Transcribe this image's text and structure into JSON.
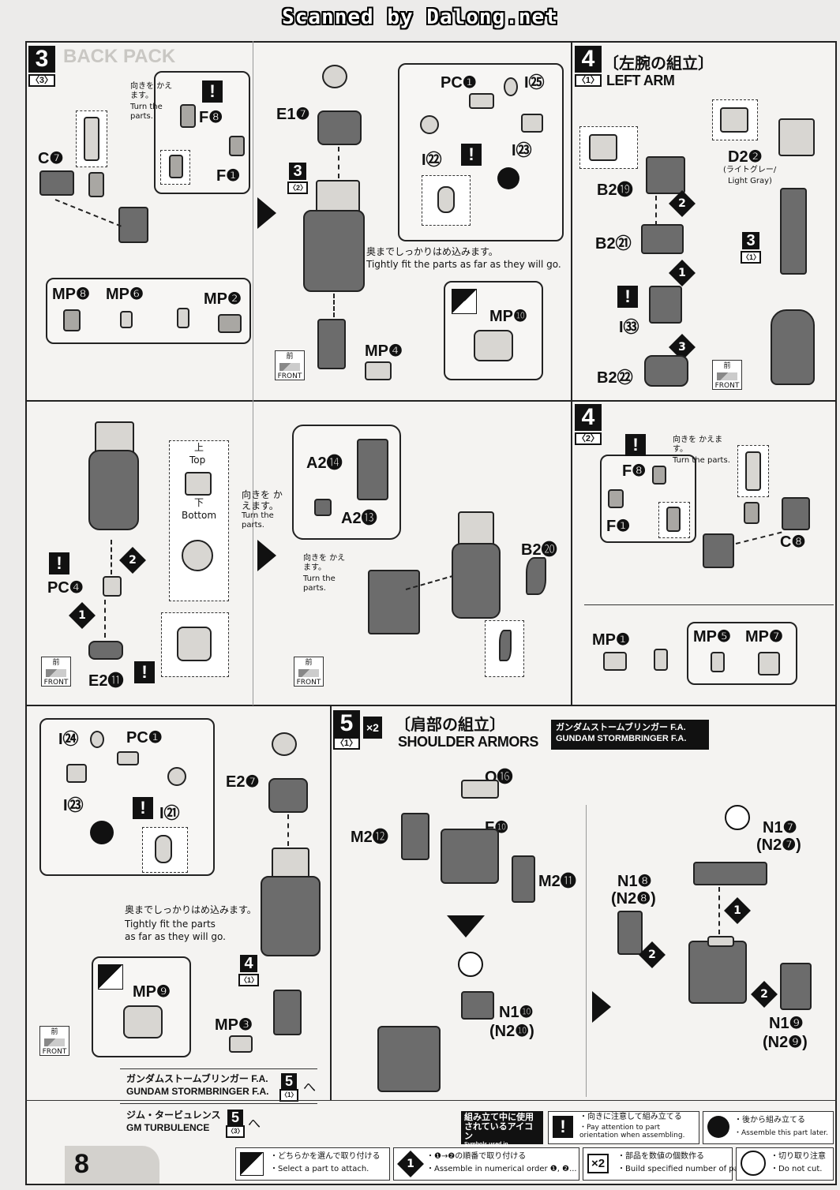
{
  "header": {
    "scan_credit": "Scanned by Dalong.net"
  },
  "page_number": "8",
  "step3_backpack": {
    "step": "3",
    "substep": "〈3〉",
    "turn_jp": "向きを かえます。",
    "turn_en": "Turn the parts.",
    "parts": {
      "C7": "C❼",
      "F8": "F❽",
      "F1": "F❶",
      "E17": "E1❼",
      "PC1": "PC❶",
      "I25": "I㉕",
      "I22": "I㉒",
      "I23": "I㉓",
      "MP8": "MP❽",
      "MP6": "MP❻",
      "MP2": "MP❷",
      "MP10": "MP❿",
      "MP4": "MP❹"
    },
    "fit_jp": "奥までしっかりはめ込みます。",
    "fit_en": "Tightly fit the parts as far as they will go.",
    "ref_step": "3",
    "ref_sub": "〈2〉"
  },
  "step4_left_arm": {
    "step": "4",
    "substep": "〈1〉",
    "title_jp": "〔左腕の組立〕",
    "title_en": "LEFT ARM",
    "parts": {
      "D22": "D2❷",
      "B219": "B2⓳",
      "B221": "B2㉑",
      "I33": "I㉝",
      "B222": "B2㉒"
    },
    "d2_color_jp": "(ライトグレー/",
    "d2_color_en": "Light Gray)",
    "ref_step": "3",
    "ref_sub": "〈1〉"
  },
  "step3_mid": {
    "top_jp": "上",
    "top_en": "Top",
    "bottom_jp": "下",
    "bottom_en": "Bottom",
    "turn_jp": "向きを かえます。",
    "turn_en": "Turn the parts.",
    "parts": {
      "PC4": "PC❹",
      "E211": "E2⓫",
      "A214": "A2⓮",
      "A213": "A2⓭",
      "B220": "B2⓴"
    }
  },
  "step4_sub2": {
    "step": "4",
    "substep": "〈2〉",
    "turn_jp": "向きを かえます。",
    "turn_en": "Turn the parts.",
    "parts": {
      "F8": "F❽",
      "F1": "F❶",
      "C8": "C❽",
      "MP1": "MP❶",
      "MP5": "MP❺",
      "MP7": "MP❼"
    }
  },
  "step_bottom_left": {
    "parts": {
      "I24": "I㉔",
      "PC1": "PC❶",
      "E27": "E2❼",
      "I23": "I㉓",
      "I21": "I㉑",
      "MP9": "MP❾",
      "MP3": "MP❸"
    },
    "fit_jp": "奥までしっかりはめ込みます。",
    "fit_en1": "Tightly fit the parts",
    "fit_en2": "as far as they will go.",
    "ref_step": "4",
    "ref_sub": "〈1〉",
    "next1_jp": "ガンダムストームブリンガー F.A.",
    "next1_en": "GUNDAM STORMBRINGER F.A.",
    "next1_step": "5",
    "next1_sub": "〈1〉",
    "next2_jp": "ジム・タービュレンス",
    "next2_en": "GM TURBULENCE",
    "next2_step": "5",
    "next2_sub": "〈3〉"
  },
  "step5_shoulder": {
    "step": "5",
    "substep": "〈1〉",
    "multiplier": "×2",
    "title_jp": "〔肩部の組立〕",
    "title_en": "SHOULDER ARMORS",
    "variant_jp": "ガンダムストームブリンガー F.A.",
    "variant_en": "GUNDAM STORMBRINGER F.A.",
    "parts": {
      "O16": "O⓰",
      "M212": "M2⓬",
      "F10": "F❿",
      "M211": "M2⓫",
      "N110": "N1❿",
      "N210": "(N2❿)",
      "N17": "N1❼",
      "N27": "(N2❼)",
      "N18": "N1❽",
      "N28": "(N2❽)",
      "N19": "N1❾",
      "N29": "(N2❾)"
    }
  },
  "front_label": {
    "jp": "前",
    "en": "FRONT"
  },
  "legend": {
    "title_jp1": "組み立て中に使用",
    "title_jp2": "されているアイコン",
    "title_en": "Symbols used in instructions",
    "warn_jp": "・向きに注意して組み立てる",
    "warn_en": "・Pay attention to part orientation when assembling.",
    "later_jp": "・後から組み立てる",
    "later_en": "・Assemble this part later.",
    "select_jp": "・どちらかを選んで取り付ける",
    "select_en": "・Select a part to attach.",
    "order_jp": "・❶→❷の順番で取り付ける",
    "order_en": "・Assemble in numerical order ❶, ❷...",
    "mult_jp": "・部品を数値の個数作る",
    "mult_en": "・Build specified number of parts.",
    "cut_jp": "・切り取り注意",
    "cut_en": "・Do not cut.",
    "mult_icon": "×2",
    "order_icon": "1"
  }
}
